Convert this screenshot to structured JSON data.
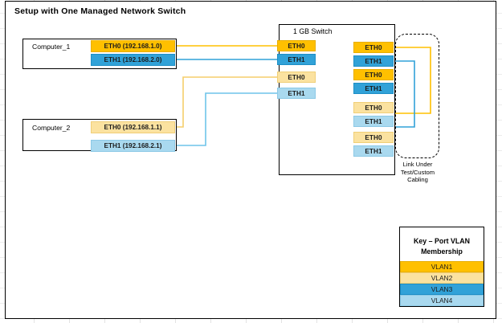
{
  "page": {
    "title": "Setup with One Managed Network Switch"
  },
  "colors": {
    "vlan1": "#FFC000",
    "vlan2": "#FBE2A0",
    "vlan3": "#31A2D8",
    "vlan4": "#A9D9EF",
    "cable_orange": "#FFC000",
    "cable_light_orange": "#F5CE6B",
    "cable_blue": "#31A2D8",
    "cable_light_blue": "#6EC4EA",
    "outline": "#000000",
    "sheet": "#FFFFFF"
  },
  "computers": [
    {
      "name": "Computer_1",
      "nics": [
        {
          "label": "ETH0 (192.168.1.0)",
          "vlan": "vlan1"
        },
        {
          "label": "ETH1 (192.168.2.0)",
          "vlan": "vlan3"
        }
      ]
    },
    {
      "name": "Computer_2",
      "nics": [
        {
          "label": "ETH0 (192.168.1.1)",
          "vlan": "vlan2"
        },
        {
          "label": "ETH1 (192.168.2.1)",
          "vlan": "vlan4"
        }
      ]
    }
  ],
  "switch": {
    "title": "1 GB Switch",
    "left_ports": [
      {
        "label": "ETH0",
        "vlan": "vlan1"
      },
      {
        "label": "ETH1",
        "vlan": "vlan3"
      },
      {
        "label": "ETH0",
        "vlan": "vlan2"
      },
      {
        "label": "ETH1",
        "vlan": "vlan4"
      }
    ],
    "right_ports": [
      {
        "label": "ETH0",
        "vlan": "vlan1"
      },
      {
        "label": "ETH1",
        "vlan": "vlan3"
      },
      {
        "label": "ETH0",
        "vlan": "vlan1"
      },
      {
        "label": "ETH1",
        "vlan": "vlan3"
      },
      {
        "label": "ETH0",
        "vlan": "vlan2"
      },
      {
        "label": "ETH1",
        "vlan": "vlan4"
      },
      {
        "label": "ETH0",
        "vlan": "vlan2"
      },
      {
        "label": "ETH1",
        "vlan": "vlan4"
      }
    ]
  },
  "link_region": {
    "caption": "Link Under\nTest/Custom\nCabling"
  },
  "legend": {
    "title": "Key – Port VLAN\nMembership",
    "rows": [
      {
        "label": "VLAN1",
        "vlan": "vlan1"
      },
      {
        "label": "VLAN2",
        "vlan": "vlan2"
      },
      {
        "label": "VLAN3",
        "vlan": "vlan3"
      },
      {
        "label": "VLAN4",
        "vlan": "vlan4"
      }
    ]
  }
}
